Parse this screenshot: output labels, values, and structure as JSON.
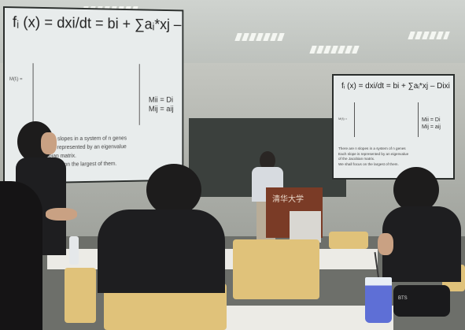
{
  "main_slide": {
    "equation": "fᵢ (x) = dxi/dt = bi + ∑aᵢ*xj – Dixi",
    "matrix_label": "M(fᵢ) =",
    "mii": "Mii = Di",
    "mij": "Mij = aij",
    "bullets": [
      "re are n slopes in a system of n genes",
      "slope is represented by an eigenvalue",
      "Jacobian matrix.",
      "shall focus on the largest of them."
    ]
  },
  "side_slide": {
    "equation": "fᵢ (x) = dxi/dt = bi + ∑aᵢ*xj – Dixi",
    "matrix_label": "M(fᵢ) =",
    "mii": "Mii = Di",
    "mij": "Mij = aij",
    "bullets": [
      "There are n slopes in a system of n genes",
      "Each slope is represented by an eigenvalue",
      "of the Jacobian matrix.",
      "We shall focus on the largest of them."
    ]
  },
  "podium": {
    "label": "清华大学"
  },
  "case_label": "BTS"
}
